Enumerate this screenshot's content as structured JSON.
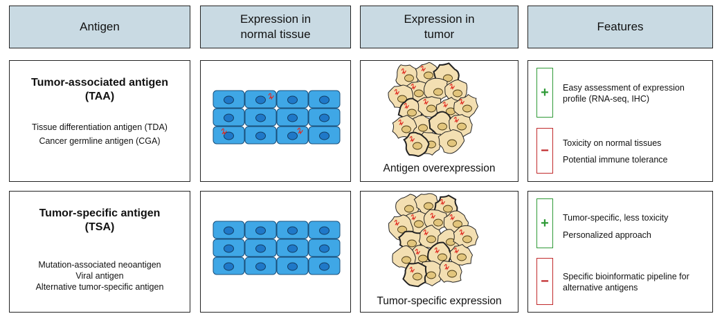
{
  "headers": {
    "antigen": "Antigen",
    "normal": "Expression in\nnormal tissue",
    "tumor": "Expression in\ntumor",
    "features": "Features"
  },
  "rows": [
    {
      "title": "Tumor-associated antigen\n(TAA)",
      "types": [
        "Tissue differentiation antigen (TDA)",
        "Cancer germline antigen (CGA)"
      ],
      "tumor_caption": "Antigen overexpression",
      "pros": [
        "Easy assessment of expression\nprofile (RNA-seq, IHC)"
      ],
      "cons": [
        "Toxicity on normal tissues",
        "Potential immune tolerance"
      ]
    },
    {
      "title": "Tumor-specific antigen\n(TSA)",
      "types": [
        "Mutation-associated neoantigen",
        "Viral antigen",
        "Alternative tumor-specific antigen"
      ],
      "tumor_caption": "Tumor-specific expression",
      "pros": [
        "Tumor-specific, less toxicity",
        "Personalized approach"
      ],
      "cons": [
        "Specific bioinformatic pipeline for\nalternative antigens"
      ]
    }
  ],
  "signs": {
    "plus": "+",
    "minus": "−"
  },
  "colors": {
    "header_bg": "#c9dae3",
    "normal_cell": "#3fa7e6",
    "nucleus": "#1f78c8",
    "tumor_cell": "#f3dfb2",
    "tumor_nucleus": "#e2c57c",
    "antigen_mark": "#e0281e",
    "plus": "#2e9a36",
    "minus": "#c0282a"
  },
  "icons": [
    "normal-tissue-cells-icon",
    "tumor-cells-icon",
    "plus-icon",
    "minus-icon"
  ]
}
